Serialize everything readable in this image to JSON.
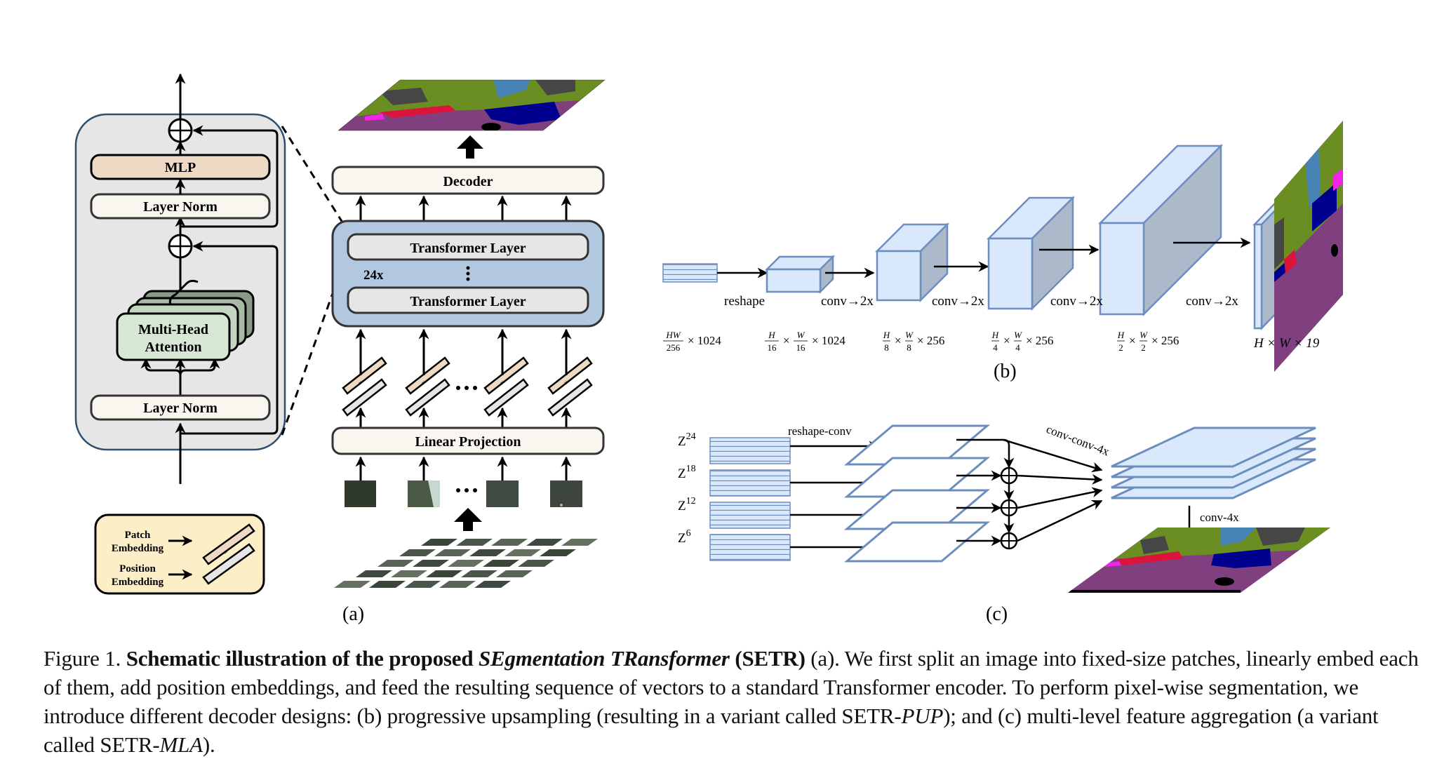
{
  "panel_a": {
    "label": "(a)",
    "encoder_block": {
      "mlp": "MLP",
      "layer_norm_top": "Layer Norm",
      "attention_line1": "Multi-Head",
      "attention_line2": "Attention",
      "layer_norm_bottom": "Layer Norm"
    },
    "legend": {
      "patch_line1": "Patch",
      "patch_line2": "Embedding",
      "position_line1": "Position",
      "position_line2": "Embedding"
    },
    "decoder": "Decoder",
    "transformer_layer_top": "Transformer Layer",
    "transformer_layer_bottom": "Transformer Layer",
    "repeat": "24x",
    "linear_projection": "Linear Projection",
    "ellipsis": "•••"
  },
  "panel_b": {
    "label": "(b)",
    "ops": [
      "reshape",
      "conv→2x",
      "conv→2x",
      "conv→2x",
      "conv→2x"
    ],
    "dims": [
      {
        "num": "HW",
        "den": "256",
        "rest": "× 1024"
      },
      {
        "num": "H",
        "den": "16",
        "mid": "×",
        "num2": "W",
        "den2": "16",
        "rest": "× 1024"
      },
      {
        "num": "H",
        "den": "8",
        "mid": "×",
        "num2": "W",
        "den2": "8",
        "rest": "× 256"
      },
      {
        "num": "H",
        "den": "4",
        "mid": "×",
        "num2": "W",
        "den2": "4",
        "rest": "× 256"
      },
      {
        "num": "H",
        "den": "2",
        "mid": "×",
        "num2": "W",
        "den2": "2",
        "rest": "× 256"
      }
    ],
    "final_dim": "H × W × 19"
  },
  "panel_c": {
    "label": "(c)",
    "inputs": [
      {
        "base": "Z",
        "sup": "24"
      },
      {
        "base": "Z",
        "sup": "18"
      },
      {
        "base": "Z",
        "sup": "12"
      },
      {
        "base": "Z",
        "sup": "6"
      }
    ],
    "reshape_conv": "reshape-conv",
    "conv_conv_4x": "conv-conv-4x",
    "conv_4x": "conv-4x"
  },
  "caption": {
    "prefix": "Figure 1. ",
    "bold1": "Schematic illustration of the proposed ",
    "bold_italic": "SEgmentation TRansformer",
    "bold2": " (SETR)",
    "text1": " (a). We first split an image into fixed-size patches, linearly embed each of them, add position embeddings, and feed the resulting sequence of vectors to a standard Transformer encoder. To perform pixel-wise segmentation, we introduce different decoder designs: (b) progressive upsampling (resulting in a variant called SETR-",
    "italic1": "PUP",
    "text2": "); and (c) multi-level feature aggregation (a variant called SETR-",
    "italic2": "MLA",
    "text3": ")."
  },
  "colors": {
    "encoder_panel_bg": "#e6e6e6",
    "encoder_panel_border": "#2f4f6f",
    "mlp_fill": "#eed9c4",
    "layer_norm_fill": "#f8f6ee",
    "attention_fill": "#d6e8d4",
    "attention_shadow1": "#b8c9b6",
    "attention_shadow2": "#8a9a88",
    "transformer_stack_fill": "#b2c8e0",
    "transformer_layer_fill": "#e6e6e6",
    "legend_fill": "#fcefc8",
    "cube_front": "#dae8fc",
    "cube_side": "#acb9ca",
    "cube_stroke": "#6c8ebf",
    "seg_road": "#804080",
    "seg_veg": "#6b8e23",
    "seg_car": "#00008e",
    "seg_sky": "#4682b4",
    "seg_building": "#464646",
    "seg_person": "#dc143c",
    "seg_sidewalk": "#f423e8"
  }
}
